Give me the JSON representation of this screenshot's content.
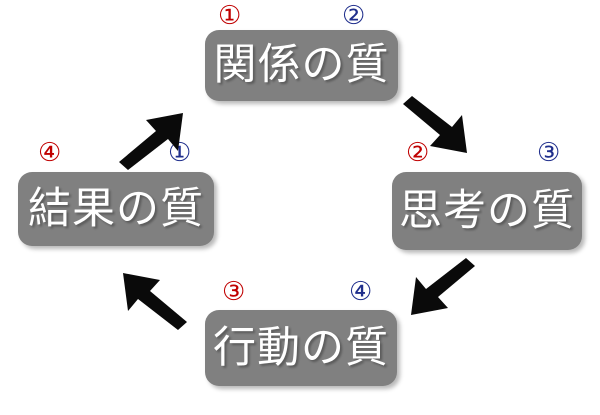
{
  "diagram": {
    "title": "Quality cycle diagram",
    "background_color": "#ffffff",
    "box_color": "#808080",
    "box_text_color": "#ffffff",
    "inbound_marker_color": "#C00000",
    "outbound_marker_color": "#1F2E8C",
    "arrow_color": "#000000"
  },
  "nodes": {
    "top": {
      "label": "関係の質",
      "marker_in": "②",
      "marker_out": "①"
    },
    "right": {
      "label": "思考の質",
      "marker_in": "②",
      "marker_out": "③"
    },
    "bottom": {
      "label": "行動の質",
      "marker_in": "③",
      "marker_out": "④"
    },
    "left": {
      "label": "結果の質",
      "marker_in": "④",
      "marker_out": "①"
    }
  },
  "markers": {
    "top_left": "①",
    "top_right": "②",
    "right_left": "②",
    "right_right": "③",
    "bottom_left": "③",
    "bottom_right": "④",
    "left_left": "④",
    "left_right": "①"
  },
  "arrows": [
    {
      "name": "top-to-right",
      "direction": "down-right",
      "from": "関係の質",
      "to": "思考の質"
    },
    {
      "name": "right-to-bottom",
      "direction": "down-left",
      "from": "思考の質",
      "to": "行動の質"
    },
    {
      "name": "bottom-to-left",
      "direction": "up-left",
      "from": "行動の質",
      "to": "結果の質"
    },
    {
      "name": "left-to-top",
      "direction": "up-right",
      "from": "結果の質",
      "to": "関係の質"
    }
  ]
}
